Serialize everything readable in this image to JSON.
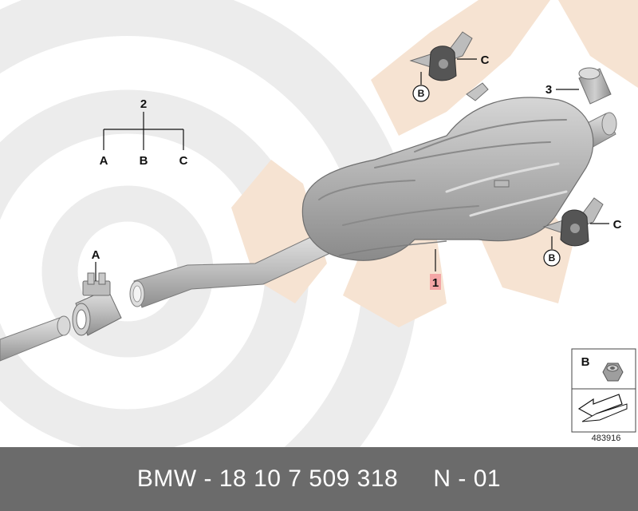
{
  "diagram": {
    "callouts": {
      "part_1": "1",
      "part_2": "2",
      "part_3": "3",
      "group_a": "A",
      "group_b": "B",
      "group_c": "C",
      "clamp_a": "A",
      "mount_top_b": "B",
      "mount_top_c": "C",
      "mount_right_b": "B",
      "mount_right_c": "C"
    },
    "legend": {
      "label_b": "B",
      "image_number": "483916"
    },
    "colors": {
      "background_rings": "#eaeaea",
      "highlight": "#f6e2d0",
      "muffler": "#a9a9a9",
      "footer": "#6b6b6b",
      "part_1_marker": "#f4a6a6"
    }
  },
  "footer": {
    "text": "BMW - 18 10 7 509 318     N - 01"
  }
}
